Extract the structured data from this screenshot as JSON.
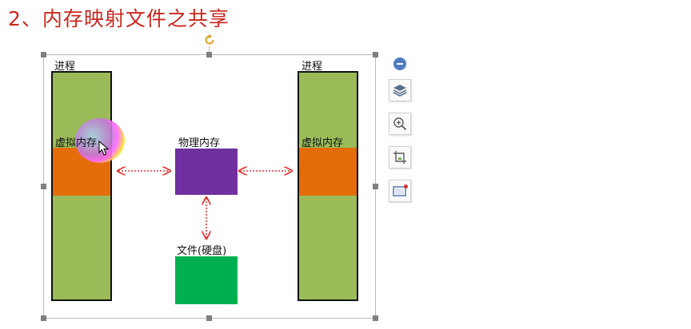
{
  "slide": {
    "title": "2、内存映射文件之共享"
  },
  "diagram": {
    "left_process_label": "进程",
    "right_process_label": "进程",
    "left_virtual_memory_label": "虚拟内存",
    "right_virtual_memory_label": "虚拟内存",
    "physical_memory_label": "物理内存",
    "file_label": "文件(硬盘)"
  },
  "colors": {
    "title": "#c8281f",
    "process_column": "#9bbb59",
    "virtual_memory_band": "#e46c0a",
    "physical_memory": "#7030a0",
    "file": "#00b050",
    "arrow": "#e03c3c"
  },
  "toolbar": {
    "icons": [
      "collapse-icon",
      "layers-icon",
      "zoom-in-icon",
      "crop-icon",
      "frame-icon"
    ]
  }
}
